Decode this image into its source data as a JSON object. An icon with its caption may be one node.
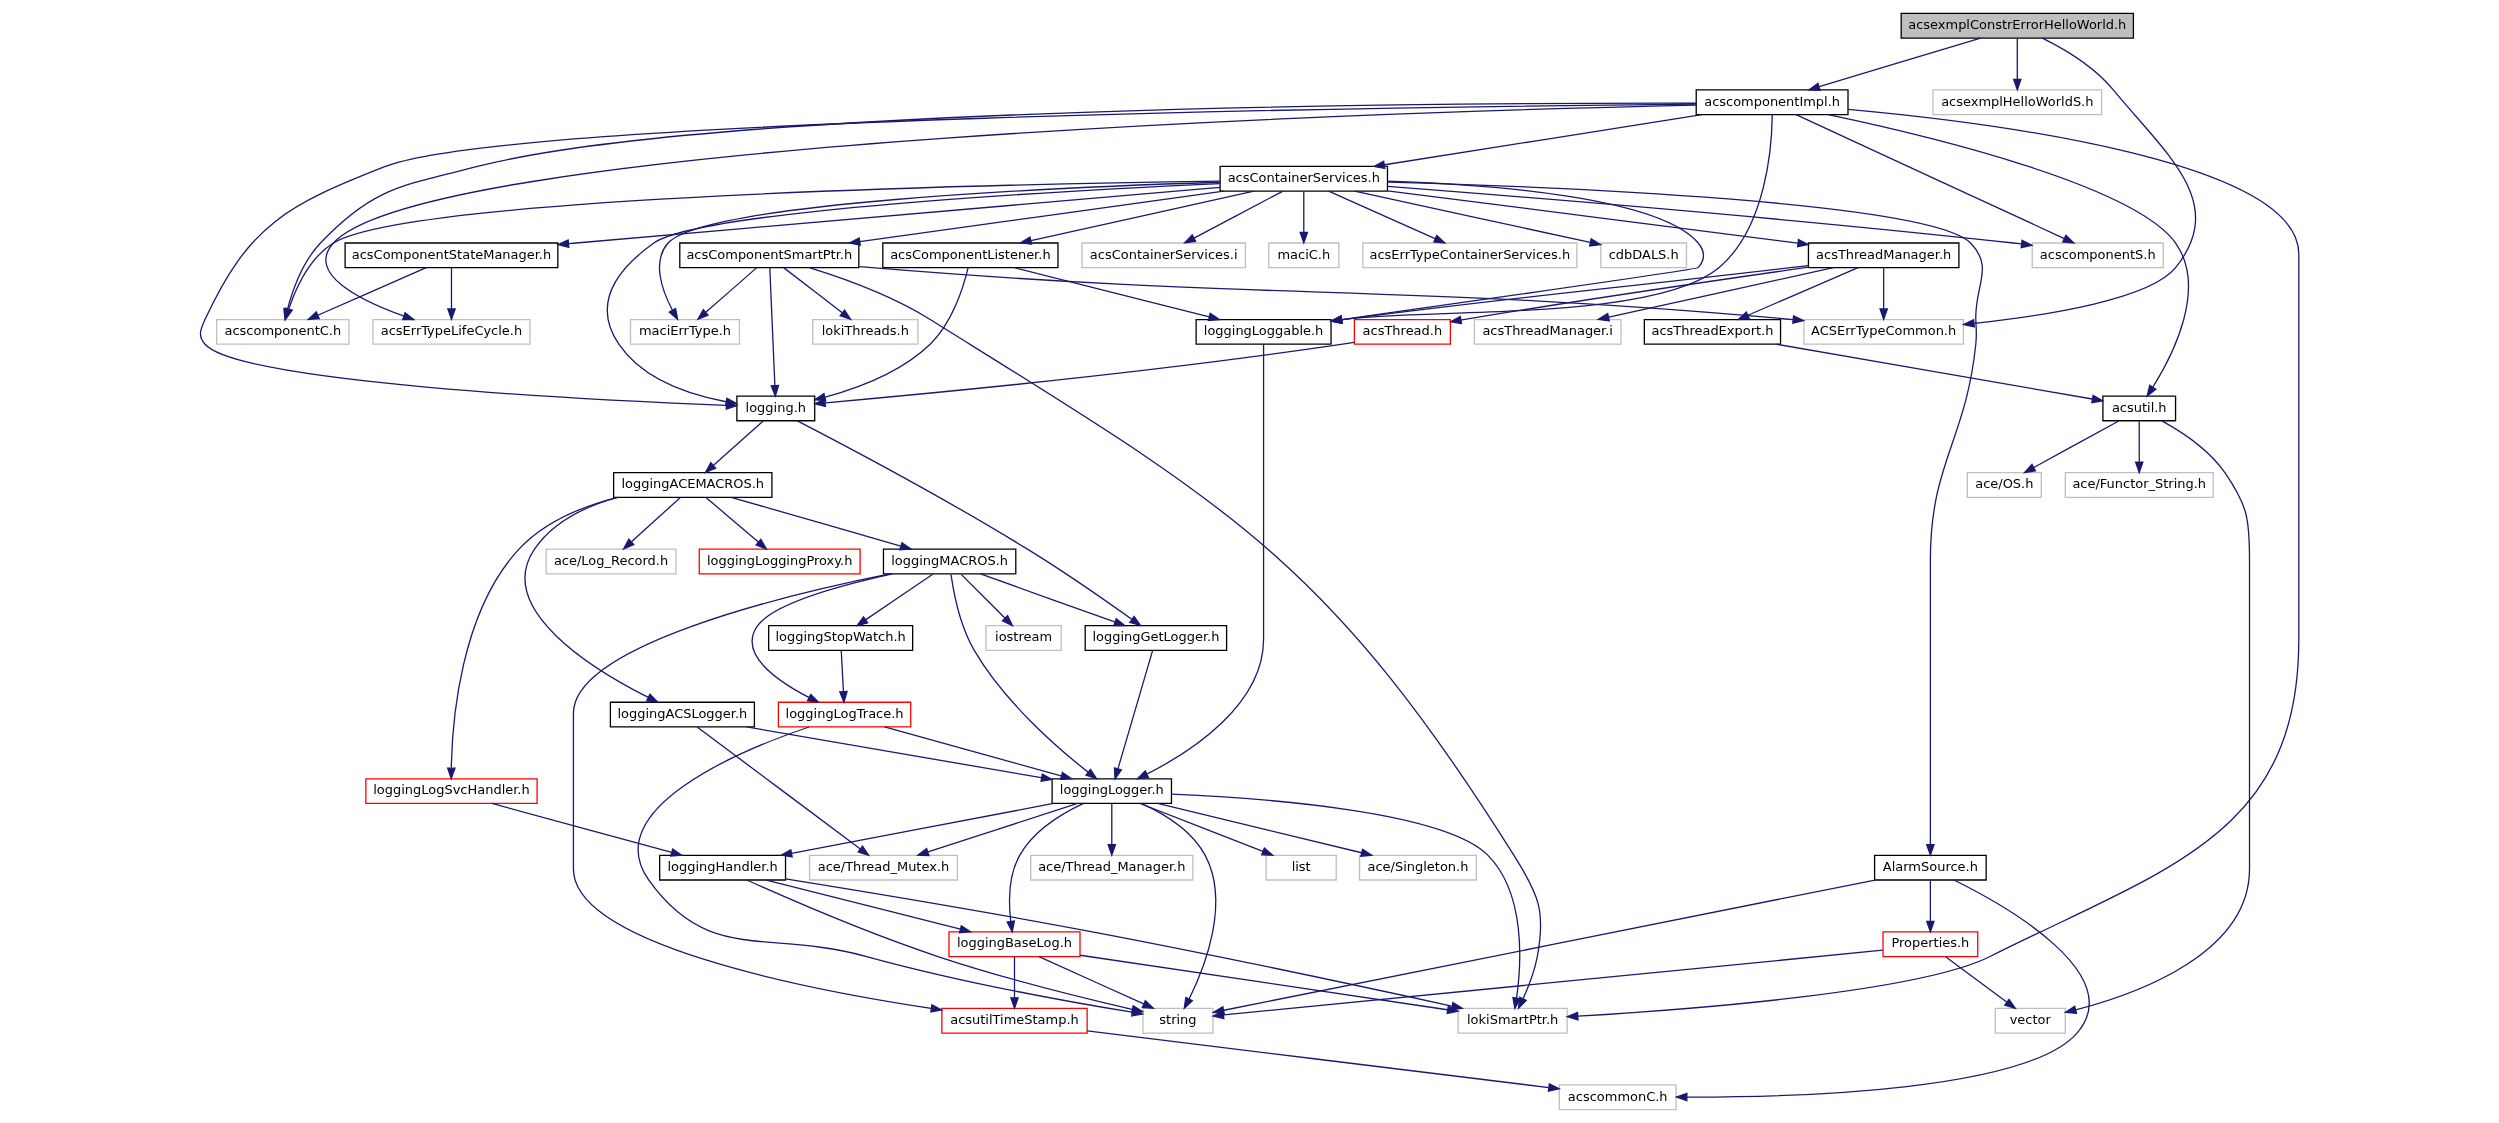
{
  "diagram": {
    "nodes": [
      {
        "text": [
          "acsexmplConstrErrorHelloWorld.h"
        ]
      },
      {
        "text": [
          "acscomponentImpl.h"
        ]
      },
      {
        "text": [
          "acsexmplHelloWorldS.h"
        ]
      },
      {
        "text": [
          "acsContainerServices.h"
        ]
      },
      {
        "text": [
          "acscomponentS.h"
        ]
      },
      {
        "text": [
          "acsComponentListener.h"
        ]
      },
      {
        "text": [
          "acsComponentSmartPtr.h"
        ]
      },
      {
        "text": [
          "acsThreadManager.h"
        ]
      },
      {
        "text": [
          "acsContainerServices.i"
        ]
      },
      {
        "text": [
          "maciC.h"
        ]
      },
      {
        "text": [
          "acsErrTypeContainerServices.h"
        ]
      },
      {
        "text": [
          "cdbDALS.h"
        ]
      },
      {
        "text": [
          "acsComponentStateManager.h"
        ]
      },
      {
        "text": [
          "loggingLoggable.h"
        ]
      },
      {
        "text": [
          "lokiThreads.h"
        ]
      },
      {
        "text": [
          "maciErrType.h"
        ]
      },
      {
        "text": [
          "acsThreadManager.i"
        ]
      },
      {
        "text": [
          "acsThread.h"
        ]
      },
      {
        "text": [
          "ACSErrTypeCommon.h"
        ]
      },
      {
        "text": [
          "acsThreadExport.h"
        ]
      },
      {
        "text": [
          "acscomponentC.h"
        ]
      },
      {
        "text": [
          "acsErrTypeLifeCycle.h"
        ]
      },
      {
        "text": [
          "logging.h"
        ]
      },
      {
        "text": [
          "acsutil.h"
        ]
      },
      {
        "text": [
          "ace/OS.h"
        ]
      },
      {
        "text": [
          "ace/Functor_String.h"
        ]
      },
      {
        "text": [
          "loggingACEMACROS.h"
        ]
      },
      {
        "text": [
          "ace/Log_Record.h"
        ]
      },
      {
        "text": [
          "loggingLoggingProxy.h"
        ]
      },
      {
        "text": [
          "loggingMACROS.h"
        ]
      },
      {
        "text": [
          "loggingGetLogger.h"
        ]
      },
      {
        "text": [
          "iostream"
        ]
      },
      {
        "text": [
          "loggingStopWatch.h"
        ]
      },
      {
        "text": [
          "loggingLogTrace.h"
        ]
      },
      {
        "text": [
          "loggingACSLogger.h"
        ]
      },
      {
        "text": [
          "loggingLogSvcHandler.h"
        ]
      },
      {
        "text": [
          "loggingLogger.h"
        ]
      },
      {
        "text": [
          "loggingHandler.h"
        ]
      },
      {
        "text": [
          "list"
        ]
      },
      {
        "text": [
          "ace/Singleton.h"
        ]
      },
      {
        "text": [
          "ace/Thread_Manager.h"
        ]
      },
      {
        "text": [
          "ace/Thread_Mutex.h"
        ]
      },
      {
        "text": [
          "AlarmSource.h"
        ]
      },
      {
        "text": [
          "loggingBaseLog.h"
        ]
      },
      {
        "text": [
          "Properties.h"
        ]
      },
      {
        "text": [
          "lokiSmartPtr.h"
        ]
      },
      {
        "text": [
          "acsutilTimeStamp.h"
        ]
      },
      {
        "text": [
          "string"
        ]
      },
      {
        "text": [
          "vector"
        ]
      },
      {
        "text": [
          "acscommonC.h"
        ]
      }
    ],
    "edges": [
      {
        "from": 0,
        "to": 1,
        "arrow": "to"
      },
      {
        "from": 0,
        "to": 2,
        "arrow": "to"
      },
      {
        "from": 0,
        "to": 18,
        "arrow": "to"
      },
      {
        "from": 1,
        "to": 3,
        "arrow": "to"
      },
      {
        "from": 1,
        "to": 4,
        "arrow": "to"
      },
      {
        "from": 1,
        "to": 13,
        "arrow": "to"
      },
      {
        "from": 1,
        "to": 22,
        "arrow": "to"
      },
      {
        "from": 1,
        "to": 45,
        "arrow": "to"
      },
      {
        "from": 1,
        "to": 20,
        "arrow": "to"
      },
      {
        "from": 1,
        "to": 21,
        "arrow": "to"
      },
      {
        "from": 1,
        "to": 23,
        "arrow": "to"
      },
      {
        "from": 3,
        "to": 4,
        "arrow": "to"
      },
      {
        "from": 3,
        "to": 13,
        "arrow": "to"
      },
      {
        "from": 3,
        "to": 5,
        "arrow": "to"
      },
      {
        "from": 3,
        "to": 6,
        "arrow": "to"
      },
      {
        "from": 3,
        "to": 7,
        "arrow": "to"
      },
      {
        "from": 3,
        "to": 15,
        "arrow": "to"
      },
      {
        "from": 3,
        "to": 8,
        "arrow": "to"
      },
      {
        "from": 3,
        "to": 9,
        "arrow": "to"
      },
      {
        "from": 3,
        "to": 10,
        "arrow": "to"
      },
      {
        "from": 3,
        "to": 11,
        "arrow": "to"
      },
      {
        "from": 3,
        "to": 12,
        "arrow": "to"
      },
      {
        "from": 3,
        "to": 22,
        "arrow": "to"
      },
      {
        "from": 3,
        "to": 20,
        "arrow": "to"
      },
      {
        "from": 3,
        "to": 42,
        "arrow": "to"
      },
      {
        "from": 5,
        "to": 13,
        "arrow": "to"
      },
      {
        "from": 5,
        "to": 22,
        "arrow": "to"
      },
      {
        "from": 6,
        "to": 14,
        "arrow": "to"
      },
      {
        "from": 6,
        "to": 15,
        "arrow": "to"
      },
      {
        "from": 6,
        "to": 22,
        "arrow": "to"
      },
      {
        "from": 6,
        "to": 45,
        "arrow": "to"
      },
      {
        "from": 6,
        "to": 18,
        "arrow": "to"
      },
      {
        "from": 7,
        "to": 13,
        "arrow": "to"
      },
      {
        "from": 7,
        "to": 16,
        "arrow": "to"
      },
      {
        "from": 7,
        "to": 17,
        "arrow": "to"
      },
      {
        "from": 7,
        "to": 18,
        "arrow": "to"
      },
      {
        "from": 7,
        "to": 19,
        "arrow": "to"
      },
      {
        "from": 12,
        "to": 20,
        "arrow": "to"
      },
      {
        "from": 12,
        "to": 21,
        "arrow": "to"
      },
      {
        "from": 13,
        "to": 36,
        "arrow": "to"
      },
      {
        "from": 17,
        "to": 22,
        "arrow": "to"
      },
      {
        "from": 19,
        "to": 23,
        "arrow": "to"
      },
      {
        "from": 22,
        "to": 26,
        "arrow": "to"
      },
      {
        "from": 22,
        "to": 30,
        "arrow": "to"
      },
      {
        "from": 23,
        "to": 24,
        "arrow": "to"
      },
      {
        "from": 23,
        "to": 25,
        "arrow": "to"
      },
      {
        "from": 23,
        "to": 48,
        "arrow": "to"
      },
      {
        "from": 26,
        "to": 27,
        "arrow": "to"
      },
      {
        "from": 26,
        "to": 28,
        "arrow": "to"
      },
      {
        "from": 26,
        "to": 29,
        "arrow": "to"
      },
      {
        "from": 26,
        "to": 35,
        "arrow": "to"
      },
      {
        "from": 26,
        "to": 34,
        "arrow": "to"
      },
      {
        "from": 29,
        "to": 30,
        "arrow": "to"
      },
      {
        "from": 29,
        "to": 31,
        "arrow": "to"
      },
      {
        "from": 29,
        "to": 32,
        "arrow": "to"
      },
      {
        "from": 29,
        "to": 33,
        "arrow": "to"
      },
      {
        "from": 29,
        "to": 36,
        "arrow": "to"
      },
      {
        "from": 29,
        "to": 46,
        "arrow": "to"
      },
      {
        "from": 30,
        "to": 36,
        "arrow": "to"
      },
      {
        "from": 32,
        "to": 33,
        "arrow": "to"
      },
      {
        "from": 33,
        "to": 36,
        "arrow": "to"
      },
      {
        "from": 33,
        "to": 47,
        "arrow": "to"
      },
      {
        "from": 34,
        "to": 36,
        "arrow": "to"
      },
      {
        "from": 34,
        "to": 41,
        "arrow": "to"
      },
      {
        "from": 35,
        "to": 37,
        "arrow": "to"
      },
      {
        "from": 36,
        "to": 37,
        "arrow": "to"
      },
      {
        "from": 36,
        "to": 38,
        "arrow": "to"
      },
      {
        "from": 36,
        "to": 39,
        "arrow": "to"
      },
      {
        "from": 36,
        "to": 40,
        "arrow": "to"
      },
      {
        "from": 36,
        "to": 41,
        "arrow": "to"
      },
      {
        "from": 36,
        "to": 43,
        "arrow": "to"
      },
      {
        "from": 36,
        "to": 47,
        "arrow": "to"
      },
      {
        "from": 36,
        "to": 45,
        "arrow": "to"
      },
      {
        "from": 37,
        "to": 45,
        "arrow": "to"
      },
      {
        "from": 37,
        "to": 43,
        "arrow": "to"
      },
      {
        "from": 37,
        "to": 47,
        "arrow": "to"
      },
      {
        "from": 42,
        "to": 47,
        "arrow": "to"
      },
      {
        "from": 42,
        "to": 44,
        "arrow": "to"
      },
      {
        "from": 42,
        "to": 49,
        "arrow": "to"
      },
      {
        "from": 43,
        "to": 45,
        "arrow": "to"
      },
      {
        "from": 43,
        "to": 46,
        "arrow": "to"
      },
      {
        "from": 43,
        "to": 47,
        "arrow": "to"
      },
      {
        "from": 44,
        "to": 47,
        "arrow": "to"
      },
      {
        "from": 44,
        "to": 48,
        "arrow": "to"
      },
      {
        "from": 46,
        "to": 49,
        "arrow": "to"
      }
    ]
  }
}
